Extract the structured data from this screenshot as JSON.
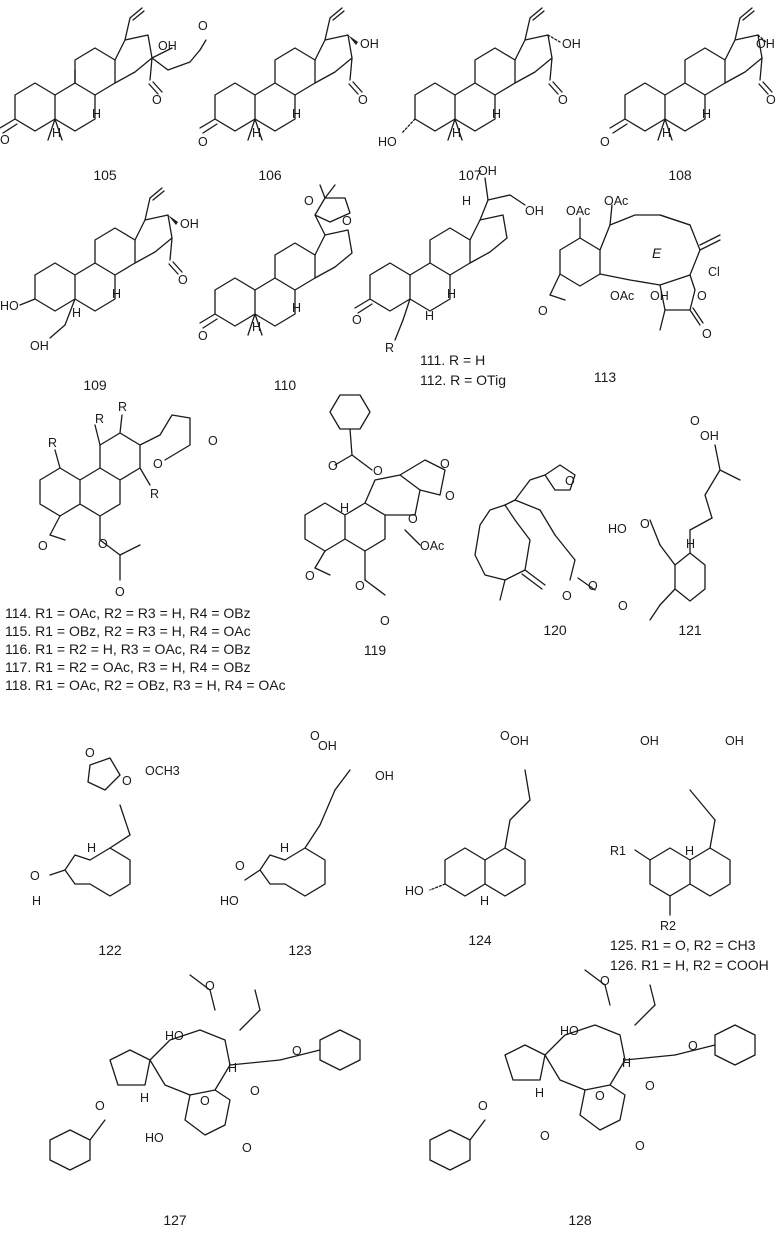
{
  "compounds": [
    {
      "label": "105"
    },
    {
      "label": "106"
    },
    {
      "label": "107"
    },
    {
      "label": "108"
    },
    {
      "label": "109"
    },
    {
      "label": "110"
    },
    {
      "label": "111. R = H"
    },
    {
      "label": "112. R = OTig"
    },
    {
      "label": "113"
    },
    {
      "label": "119"
    },
    {
      "label": "120"
    },
    {
      "label": "121"
    },
    {
      "label": "122"
    },
    {
      "label": "123"
    },
    {
      "label": "124"
    },
    {
      "label": "125. R1 = O, R2 = CH3"
    },
    {
      "label": "126. R1 = H, R2 = COOH"
    },
    {
      "label": "127"
    },
    {
      "label": "128"
    }
  ],
  "substituent_table": [
    "114. R1 = OAc, R2 = R3 = H, R4 = OBz",
    "115. R1 = OBz, R2 = R3 = H, R4 = OAc",
    "116. R1 = R2 = H, R3 = OAc, R4 = OBz",
    "117. R1 = R2 = OAc, R3 = H, R4 = OBz",
    "118. R1 = OAc, R2 = OBz, R3 = H, R4 = OAc"
  ],
  "atoms": {
    "oh": "OH",
    "ho": "HO",
    "o": "O",
    "h": "H",
    "oac": "OAc",
    "cl": "Cl",
    "r": "R",
    "r1": "R1",
    "r2": "R2",
    "och3": "OCH3",
    "e_ring": "E"
  }
}
